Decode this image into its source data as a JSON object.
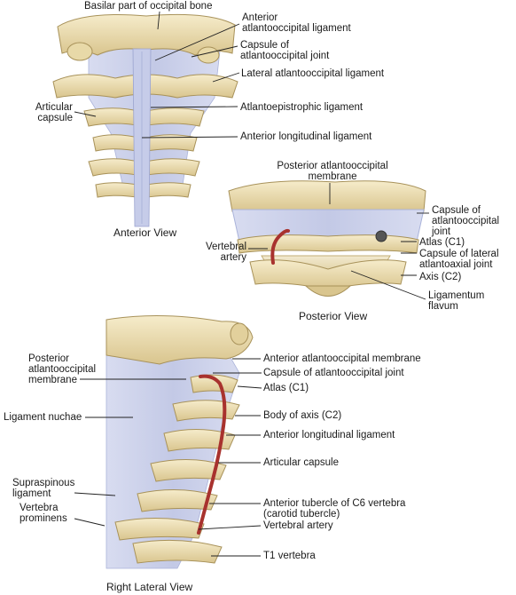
{
  "anterior_view": {
    "caption": "Anterior View",
    "labels": {
      "basilar": "Basilar part of occipital bone",
      "ant_ao_lig_1": "Anterior",
      "ant_ao_lig_2": "atlantooccipital ligament",
      "capsule_ao_1": "Capsule of",
      "capsule_ao_2": "atlantooccipital joint",
      "lateral_ao_lig": "Lateral atlantooccipital ligament",
      "articular_1": "Articular",
      "articular_2": "capsule",
      "atlantoepistrophic": "Atlantoepistrophic ligament",
      "ant_long_lig": "Anterior longitudinal ligament"
    }
  },
  "posterior_view": {
    "caption": "Posterior View",
    "labels": {
      "post_ao_membrane_1": "Posterior atlantooccipital",
      "post_ao_membrane_2": "membrane",
      "capsule_ao_1": "Capsule of",
      "capsule_ao_2": "atlantooccipital",
      "capsule_ao_3": "joint",
      "vertebral_artery_1": "Vertebral",
      "vertebral_artery_2": "artery",
      "atlas": "Atlas (C1)",
      "capsule_lat_aa_1": "Capsule of lateral",
      "capsule_lat_aa_2": "atlantoaxial joint",
      "axis": "Axis (C2)",
      "flavum_1": "Ligamentum",
      "flavum_2": "flavum"
    }
  },
  "lateral_view": {
    "caption": "Right Lateral View",
    "labels": {
      "ant_ao_membrane": "Anterior atlantooccipital membrane",
      "capsule_ao": "Capsule of atlantooccipital joint",
      "atlas": "Atlas (C1)",
      "body_axis": "Body of axis (C2)",
      "ant_long_lig": "Anterior longitudinal ligament",
      "articular_capsule": "Articular capsule",
      "ant_tubercle_1": "Anterior tubercle of C6 vertebra",
      "ant_tubercle_2": "(carotid tubercle)",
      "vertebral_artery": "Vertebral artery",
      "t1": "T1 vertebra",
      "post_ao_membrane_1": "Posterior",
      "post_ao_membrane_2": "atlantooccipital",
      "post_ao_membrane_3": "membrane",
      "nuchae": "Ligament nuchae",
      "supraspinous_1": "Supraspinous",
      "supraspinous_2": "ligament",
      "prominens_1": "Vertebra",
      "prominens_2": "prominens"
    }
  },
  "colors": {
    "bone": "#efe3b8",
    "bone_shade": "#c9b47c",
    "bone_edge": "#a8925a",
    "ligament": "#cdd3ec",
    "ligament_line": "#aab3da",
    "artery": "#a8322e",
    "leader": "#222222"
  }
}
